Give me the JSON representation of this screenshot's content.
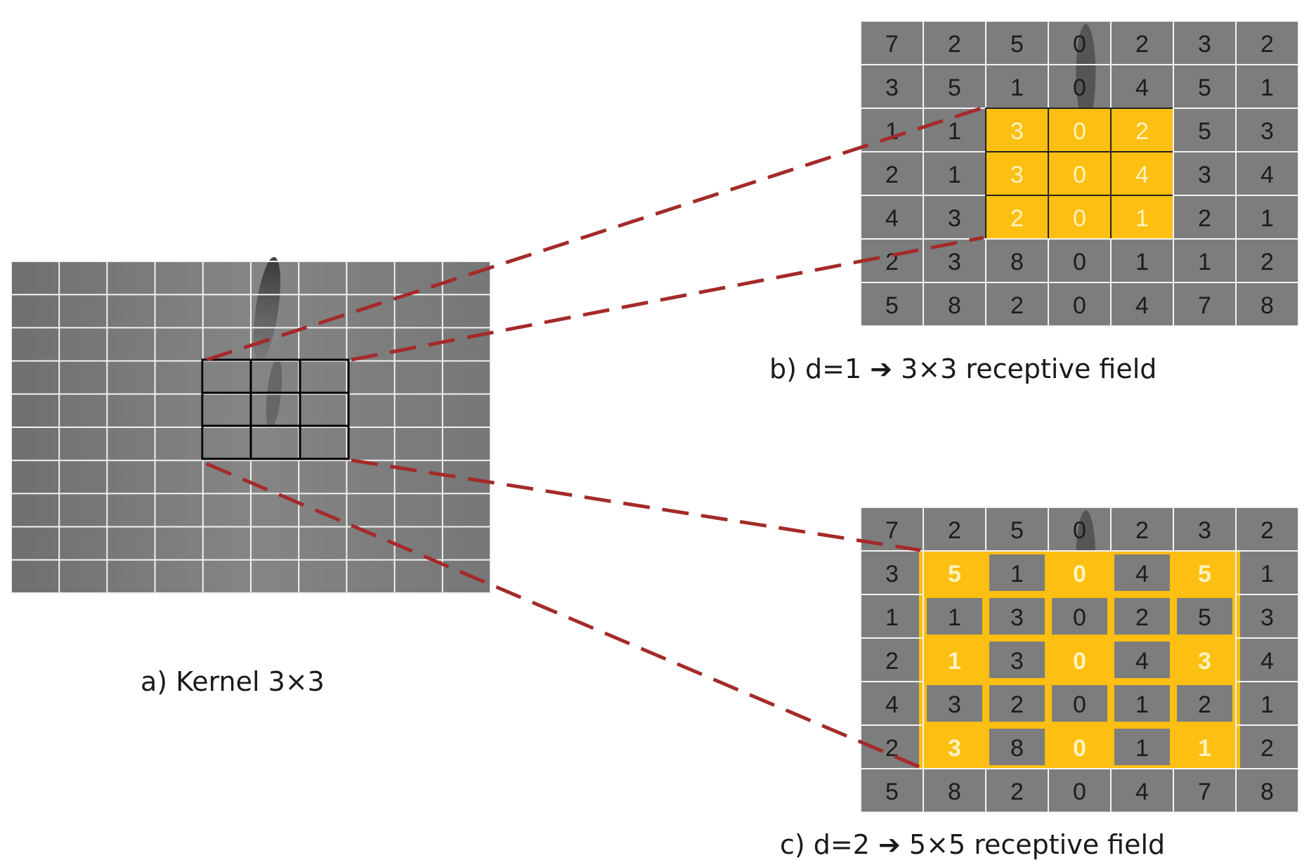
{
  "caption_a": "a) Kernel 3×3",
  "caption_b": "b) d=1 ➔ 3×3 receptive field",
  "caption_c": "c) d=2 ➔ 5×5 receptive field",
  "colors": {
    "highlight": "#FDBF11",
    "highlight_text": "#FFF3C0",
    "cell_text": "#1c1c1c",
    "dashed_line": "#A52A2A",
    "grid_bg": "#7d7d7d",
    "grid_line": "#f2f2f2"
  },
  "grid_values": [
    [
      "7",
      "2",
      "5",
      "0",
      "2",
      "3",
      "2"
    ],
    [
      "3",
      "5",
      "1",
      "0",
      "4",
      "5",
      "1"
    ],
    [
      "1",
      "1",
      "3",
      "0",
      "2",
      "5",
      "3"
    ],
    [
      "2",
      "1",
      "3",
      "0",
      "4",
      "3",
      "4"
    ],
    [
      "4",
      "3",
      "2",
      "0",
      "1",
      "2",
      "1"
    ],
    [
      "2",
      "3",
      "8",
      "0",
      "1",
      "1",
      "2"
    ],
    [
      "5",
      "8",
      "2",
      "0",
      "4",
      "7",
      "8"
    ]
  ],
  "panel_b": {
    "highlighted_cells": [
      [
        2,
        2
      ],
      [
        2,
        3
      ],
      [
        2,
        4
      ],
      [
        3,
        2
      ],
      [
        3,
        3
      ],
      [
        3,
        4
      ],
      [
        4,
        2
      ],
      [
        4,
        3
      ],
      [
        4,
        4
      ]
    ]
  },
  "panel_c": {
    "highlighted_cells": [
      [
        1,
        1
      ],
      [
        1,
        3
      ],
      [
        1,
        5
      ],
      [
        3,
        1
      ],
      [
        3,
        3
      ],
      [
        3,
        5
      ],
      [
        5,
        1
      ],
      [
        5,
        3
      ],
      [
        5,
        5
      ]
    ]
  }
}
